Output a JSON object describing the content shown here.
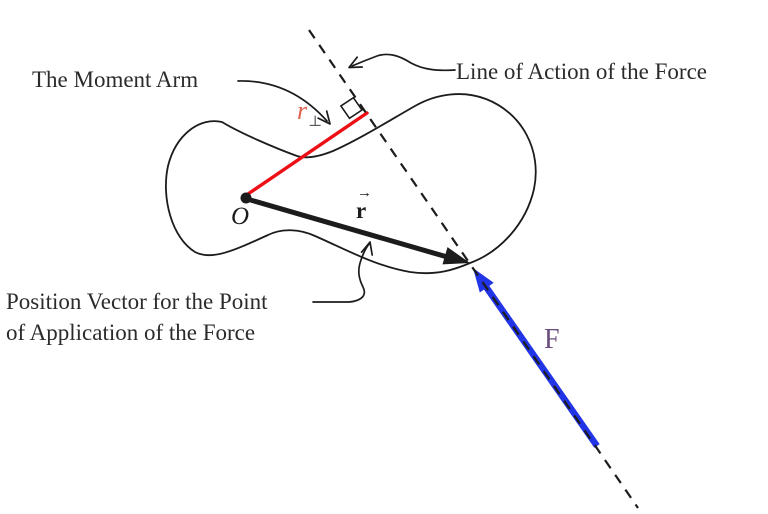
{
  "diagram": {
    "labels": {
      "moment_arm": "The Moment Arm",
      "line_of_action": "Line of Action of the Force",
      "position_vector_line1": "Position Vector for the Point",
      "position_vector_line2": "of Application of the Force",
      "origin": "O",
      "moment_arm_symbol_base": "r",
      "moment_arm_symbol_sub": "⊥",
      "position_vector_symbol_base": "r",
      "position_vector_symbol_accent": "→",
      "force": "F"
    },
    "colors": {
      "moment_arm_line": "#ec1016",
      "moment_arm_symbol": "#e0614d",
      "perp_subscript": "#555555",
      "force_arrow": "#2134e6",
      "force_label": "#6a4d7e",
      "ink": "#1c1c1c",
      "label_text": "#2b2b2b"
    }
  }
}
